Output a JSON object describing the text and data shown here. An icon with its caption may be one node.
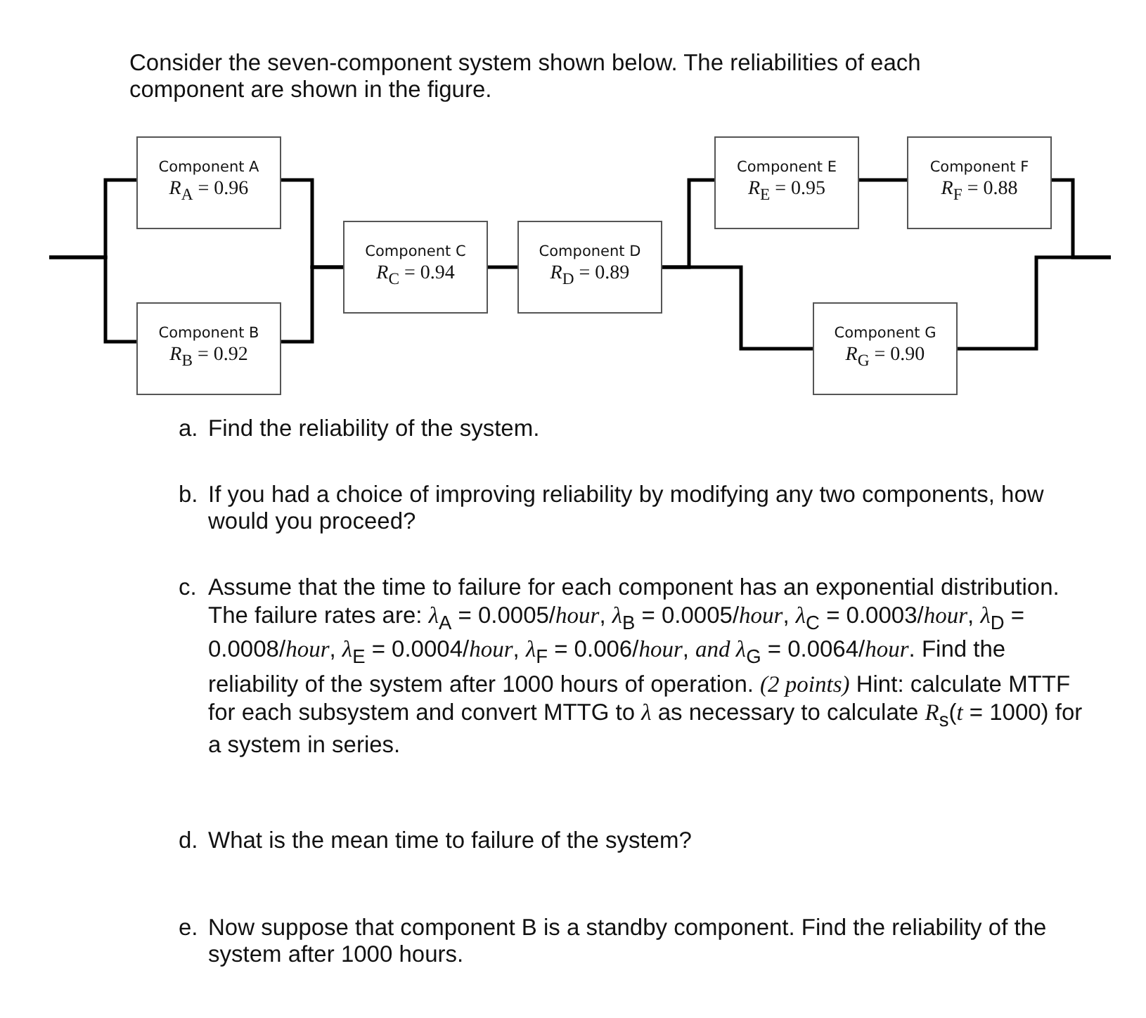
{
  "diagram": {
    "nodes": [
      {
        "text": [
          "Component A",
          "*R*$_{A}$ = 0.96"
        ]
      },
      {
        "text": [
          "Component B",
          "*R*$_{B}$ = 0.92"
        ]
      },
      {
        "text": [
          "Component C",
          "*R*$_{C}$ = 0.94"
        ]
      },
      {
        "text": [
          "Component D",
          "*R*$_{D}$ = 0.89"
        ]
      },
      {
        "text": [
          "Component E",
          "*R*$_{E}$ = 0.95"
        ]
      },
      {
        "text": [
          "Component F",
          "*R*$_{F}$ = 0.88"
        ]
      },
      {
        "text": [
          "Component G",
          "*R*$_{G}$ = 0.90"
        ]
      }
    ],
    "edges": [
      {
        "from": null,
        "to": 0,
        "arrow": "none"
      },
      {
        "from": null,
        "to": 1,
        "arrow": "none"
      },
      {
        "from": 0,
        "to": 2,
        "arrow": "none"
      },
      {
        "from": 1,
        "to": 2,
        "arrow": "none"
      },
      {
        "from": 2,
        "to": 3,
        "arrow": "none"
      },
      {
        "from": 3,
        "to": 4,
        "arrow": "none"
      },
      {
        "from": 3,
        "to": 6,
        "arrow": "none"
      },
      {
        "from": 4,
        "to": 5,
        "arrow": "none"
      },
      {
        "from": 5,
        "to": null,
        "arrow": "none"
      },
      {
        "from": 6,
        "to": null,
        "arrow": "none"
      }
    ],
    "labels": [
      "Consider the seven-component system shown below. The reliabilities of each component are shown in the figure.",
      "a.",
      "Find the reliability of the system.",
      "b.",
      "If you had a choice of improving reliability by modifying any two components, how would you proceed?",
      "c.",
      "Assume that the time to failure for each component has an exponential distribution. The failure rates are: *λ*$_{A}$ = 0.0005/*hour*, *λ*$_{B}$ = 0.0005/*hour*, *λ*$_{C}$ = 0.0003/*hour*, *λ*$_{D}$ = 0.0008/*hour*, *λ*$_{E}$ = 0.0004/*hour*, *λ*$_{F}$ = 0.006/*hour*, *and λ*$_{G}$ = 0.0064/*hour*. Find the reliability of the system after 1000 hours of operation. *(2 points)* Hint: calculate MTTF for each subsystem and convert MTTG to *λ* as necessary to calculate *R*$_{s}$(*t* = 1000) for a system in series.",
      "d.",
      "What is the mean time to failure of the system?",
      "e.",
      "Now suppose that component B is a standby component. Find the reliability of the system after 1000 hours."
    ]
  }
}
